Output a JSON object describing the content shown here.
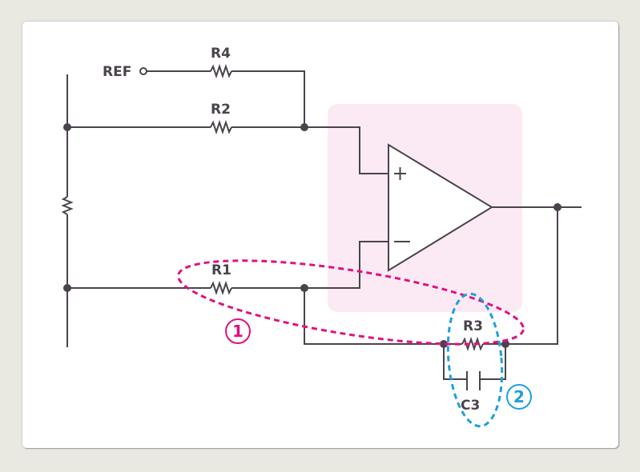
{
  "diagram": {
    "type": "op-amp circuit schematic",
    "colors": {
      "wire": "#4a434c",
      "opamp_highlight": "#fbeaf4",
      "annotation_1": "#e0117f",
      "annotation_2": "#1ea0dc",
      "card_background": "#ffffff",
      "page_background": "#e9e8e1"
    },
    "labels": {
      "ref": "REF",
      "r4": "R4",
      "r2": "R2",
      "r1": "R1",
      "r3": "R3",
      "c3": "C3",
      "plus": "+",
      "minus": "−"
    },
    "annotations": [
      {
        "id": "1",
        "label": "1",
        "encloses": [
          "R1",
          "R3"
        ]
      },
      {
        "id": "2",
        "label": "2",
        "encloses": [
          "R3",
          "C3"
        ]
      }
    ]
  }
}
